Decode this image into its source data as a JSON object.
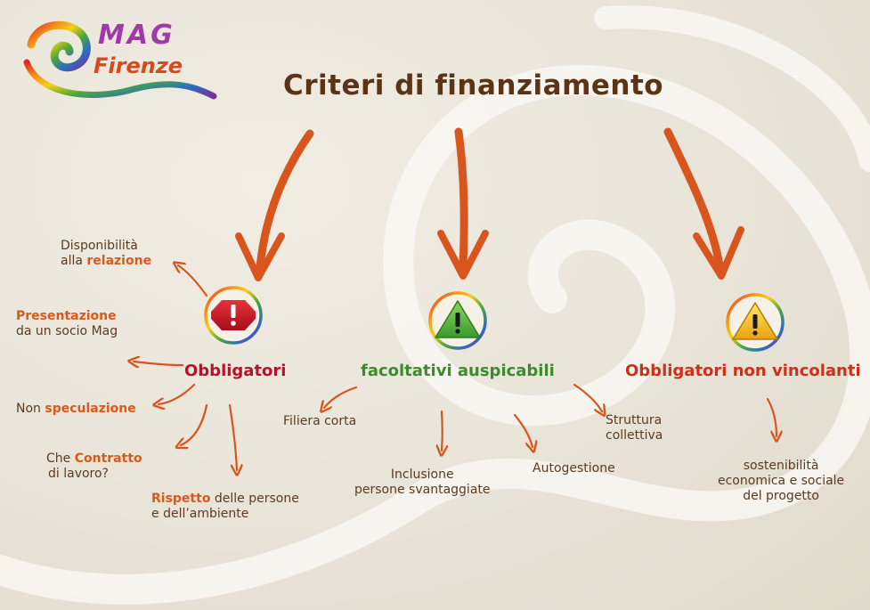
{
  "logo": {
    "line1": "MAG",
    "line2": "Firenze"
  },
  "title": "Criteri di finanziamento",
  "categories": {
    "obbligatori": {
      "label": "Obbligatori",
      "icon": "warning-red-icon"
    },
    "facoltativi": {
      "label": "facoltativi auspicabili",
      "icon": "warning-green-icon"
    },
    "non_vincolanti": {
      "label": "Obbligatori non vincolanti",
      "icon": "warning-yellow-icon"
    }
  },
  "obbligatori_items": {
    "disponibilita": {
      "line1": "Disponibilità",
      "line2a": "alla ",
      "line2b": "relazione"
    },
    "presentazione": {
      "line1": "Presentazione",
      "line2": "da un socio Mag"
    },
    "speculazione": {
      "line1a": "Non ",
      "line1b": "speculazione"
    },
    "contratto": {
      "line1a": "Che ",
      "line1b": "Contratto",
      "line2": "di lavoro?"
    },
    "rispetto": {
      "line1a": "Rispetto",
      "line1b": " delle persone",
      "line2": "e dell’ambiente"
    }
  },
  "facoltativi_items": {
    "filiera": "Filiera corta",
    "inclusione": {
      "line1": "Inclusione",
      "line2": "persone svantaggiate"
    },
    "autogestione": "Autogestione",
    "struttura": {
      "line1": "Struttura",
      "line2": "collettiva"
    }
  },
  "non_vincolanti_items": {
    "sostenibilita": {
      "line1": "sostenibilità",
      "line2": "economica e sociale",
      "line3": "del progetto"
    }
  },
  "colors": {
    "arrow": "#d8561e",
    "highlight": "#d85a1a",
    "text": "#5a3a22",
    "red": "#b3122b",
    "green": "#3f8a2f",
    "yellow": "#f0c419"
  }
}
